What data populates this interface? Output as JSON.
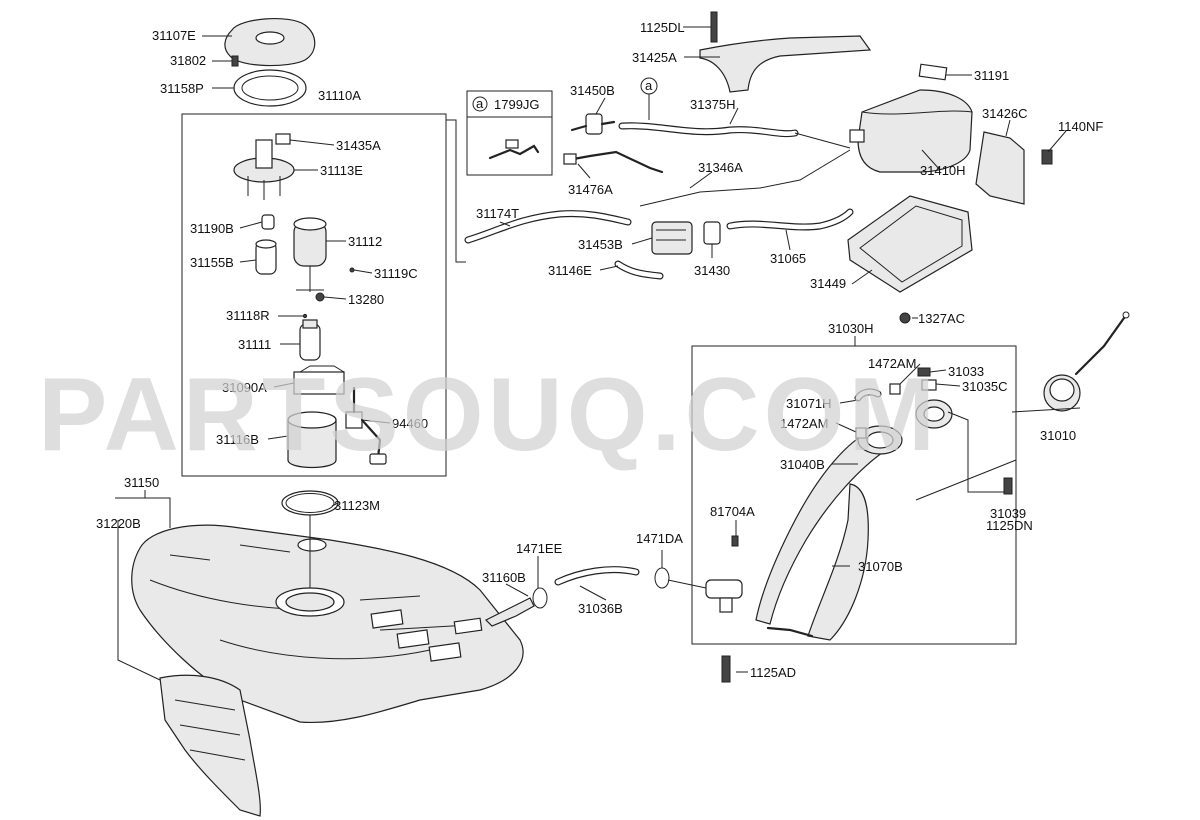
{
  "watermark": "PARTSOUQ.COM",
  "callout": {
    "letter": "a",
    "part": "1799JG"
  },
  "labels": [
    {
      "id": "31107E",
      "text": "31107E"
    },
    {
      "id": "31802",
      "text": "31802"
    },
    {
      "id": "31158P",
      "text": "31158P"
    },
    {
      "id": "31110A",
      "text": "31110A"
    },
    {
      "id": "31435A",
      "text": "31435A"
    },
    {
      "id": "31113E",
      "text": "31113E"
    },
    {
      "id": "31190B",
      "text": "31190B"
    },
    {
      "id": "31112",
      "text": "31112"
    },
    {
      "id": "31155B",
      "text": "31155B"
    },
    {
      "id": "31119C",
      "text": "31119C"
    },
    {
      "id": "13280",
      "text": "13280"
    },
    {
      "id": "31118R",
      "text": "31118R"
    },
    {
      "id": "31111",
      "text": "31111"
    },
    {
      "id": "31090A",
      "text": "31090A"
    },
    {
      "id": "94460",
      "text": "94460"
    },
    {
      "id": "31116B",
      "text": "31116B"
    },
    {
      "id": "31150",
      "text": "31150"
    },
    {
      "id": "31220B",
      "text": "31220B"
    },
    {
      "id": "31123M",
      "text": "31123M"
    },
    {
      "id": "1125DL",
      "text": "1125DL"
    },
    {
      "id": "31425A",
      "text": "31425A"
    },
    {
      "id": "31191",
      "text": "31191"
    },
    {
      "id": "31450B",
      "text": "31450B"
    },
    {
      "id": "31375H",
      "text": "31375H"
    },
    {
      "id": "31426C",
      "text": "31426C"
    },
    {
      "id": "1140NF",
      "text": "1140NF"
    },
    {
      "id": "31410H",
      "text": "31410H"
    },
    {
      "id": "31476A",
      "text": "31476A"
    },
    {
      "id": "31346A",
      "text": "31346A"
    },
    {
      "id": "31174T",
      "text": "31174T"
    },
    {
      "id": "31453B",
      "text": "31453B"
    },
    {
      "id": "31146E",
      "text": "31146E"
    },
    {
      "id": "31430",
      "text": "31430"
    },
    {
      "id": "31065",
      "text": "31065"
    },
    {
      "id": "31449",
      "text": "31449"
    },
    {
      "id": "1327AC",
      "text": "1327AC"
    },
    {
      "id": "31030H",
      "text": "31030H"
    },
    {
      "id": "1472AM_a",
      "text": "1472AM"
    },
    {
      "id": "31033",
      "text": "31033"
    },
    {
      "id": "31035C",
      "text": "31035C"
    },
    {
      "id": "31071H",
      "text": "31071H"
    },
    {
      "id": "1472AM_b",
      "text": "1472AM"
    },
    {
      "id": "31010",
      "text": "31010"
    },
    {
      "id": "31040B",
      "text": "31040B"
    },
    {
      "id": "81704A",
      "text": "81704A"
    },
    {
      "id": "31039",
      "text": "31039"
    },
    {
      "id": "1125DN",
      "text": "1125DN"
    },
    {
      "id": "1471EE",
      "text": "1471EE"
    },
    {
      "id": "1471DA",
      "text": "1471DA"
    },
    {
      "id": "31160B",
      "text": "31160B"
    },
    {
      "id": "31036B",
      "text": "31036B"
    },
    {
      "id": "31070B",
      "text": "31070B"
    },
    {
      "id": "1125AD",
      "text": "1125AD"
    }
  ]
}
